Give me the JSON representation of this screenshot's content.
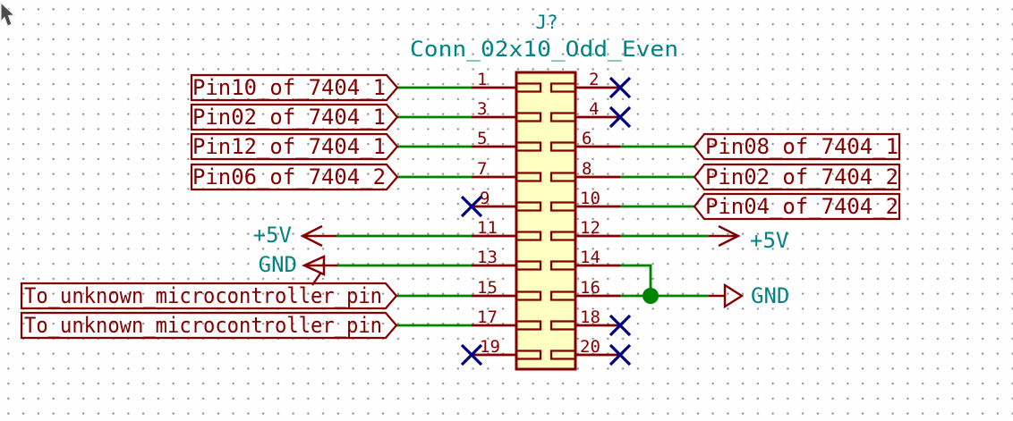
{
  "component": {
    "reference": "J?",
    "value": "Conn_02x10_Odd_Even"
  },
  "pins": [
    "1",
    "2",
    "3",
    "4",
    "5",
    "6",
    "7",
    "8",
    "9",
    "10",
    "11",
    "12",
    "13",
    "14",
    "15",
    "16",
    "17",
    "18",
    "19",
    "20"
  ],
  "net_labels": {
    "left_top": [
      "Pin10_of_7404_1",
      "Pin02_of_7404_1",
      "Pin12_of_7404_1",
      "Pin06_of_7404_2"
    ],
    "left_bottom": [
      "To_unknown_microcontroller_pin",
      "To_unknown_microcontroller_pin"
    ],
    "right": [
      "Pin08_of_7404_1",
      "Pin02_of_7404_2",
      "Pin04_of_7404_2"
    ]
  },
  "power_labels": {
    "left_plus5v": "+5V",
    "left_gnd": "GND",
    "right_plus5v": "+5V",
    "right_gnd": "GND"
  },
  "no_connect_pins": [
    "2",
    "4",
    "9",
    "18",
    "19",
    "20"
  ],
  "icons": {
    "cursor": "mouse-pointer-arrow"
  },
  "colors": {
    "symbol_outline": "#840000",
    "symbol_fill": "#FFFFC2",
    "wire": "#008400",
    "teal_text": "#008484",
    "no_connect": "#000084",
    "junction": "#008400",
    "grid_dot": "#8F8F8F",
    "background": "#FEFEFE"
  }
}
